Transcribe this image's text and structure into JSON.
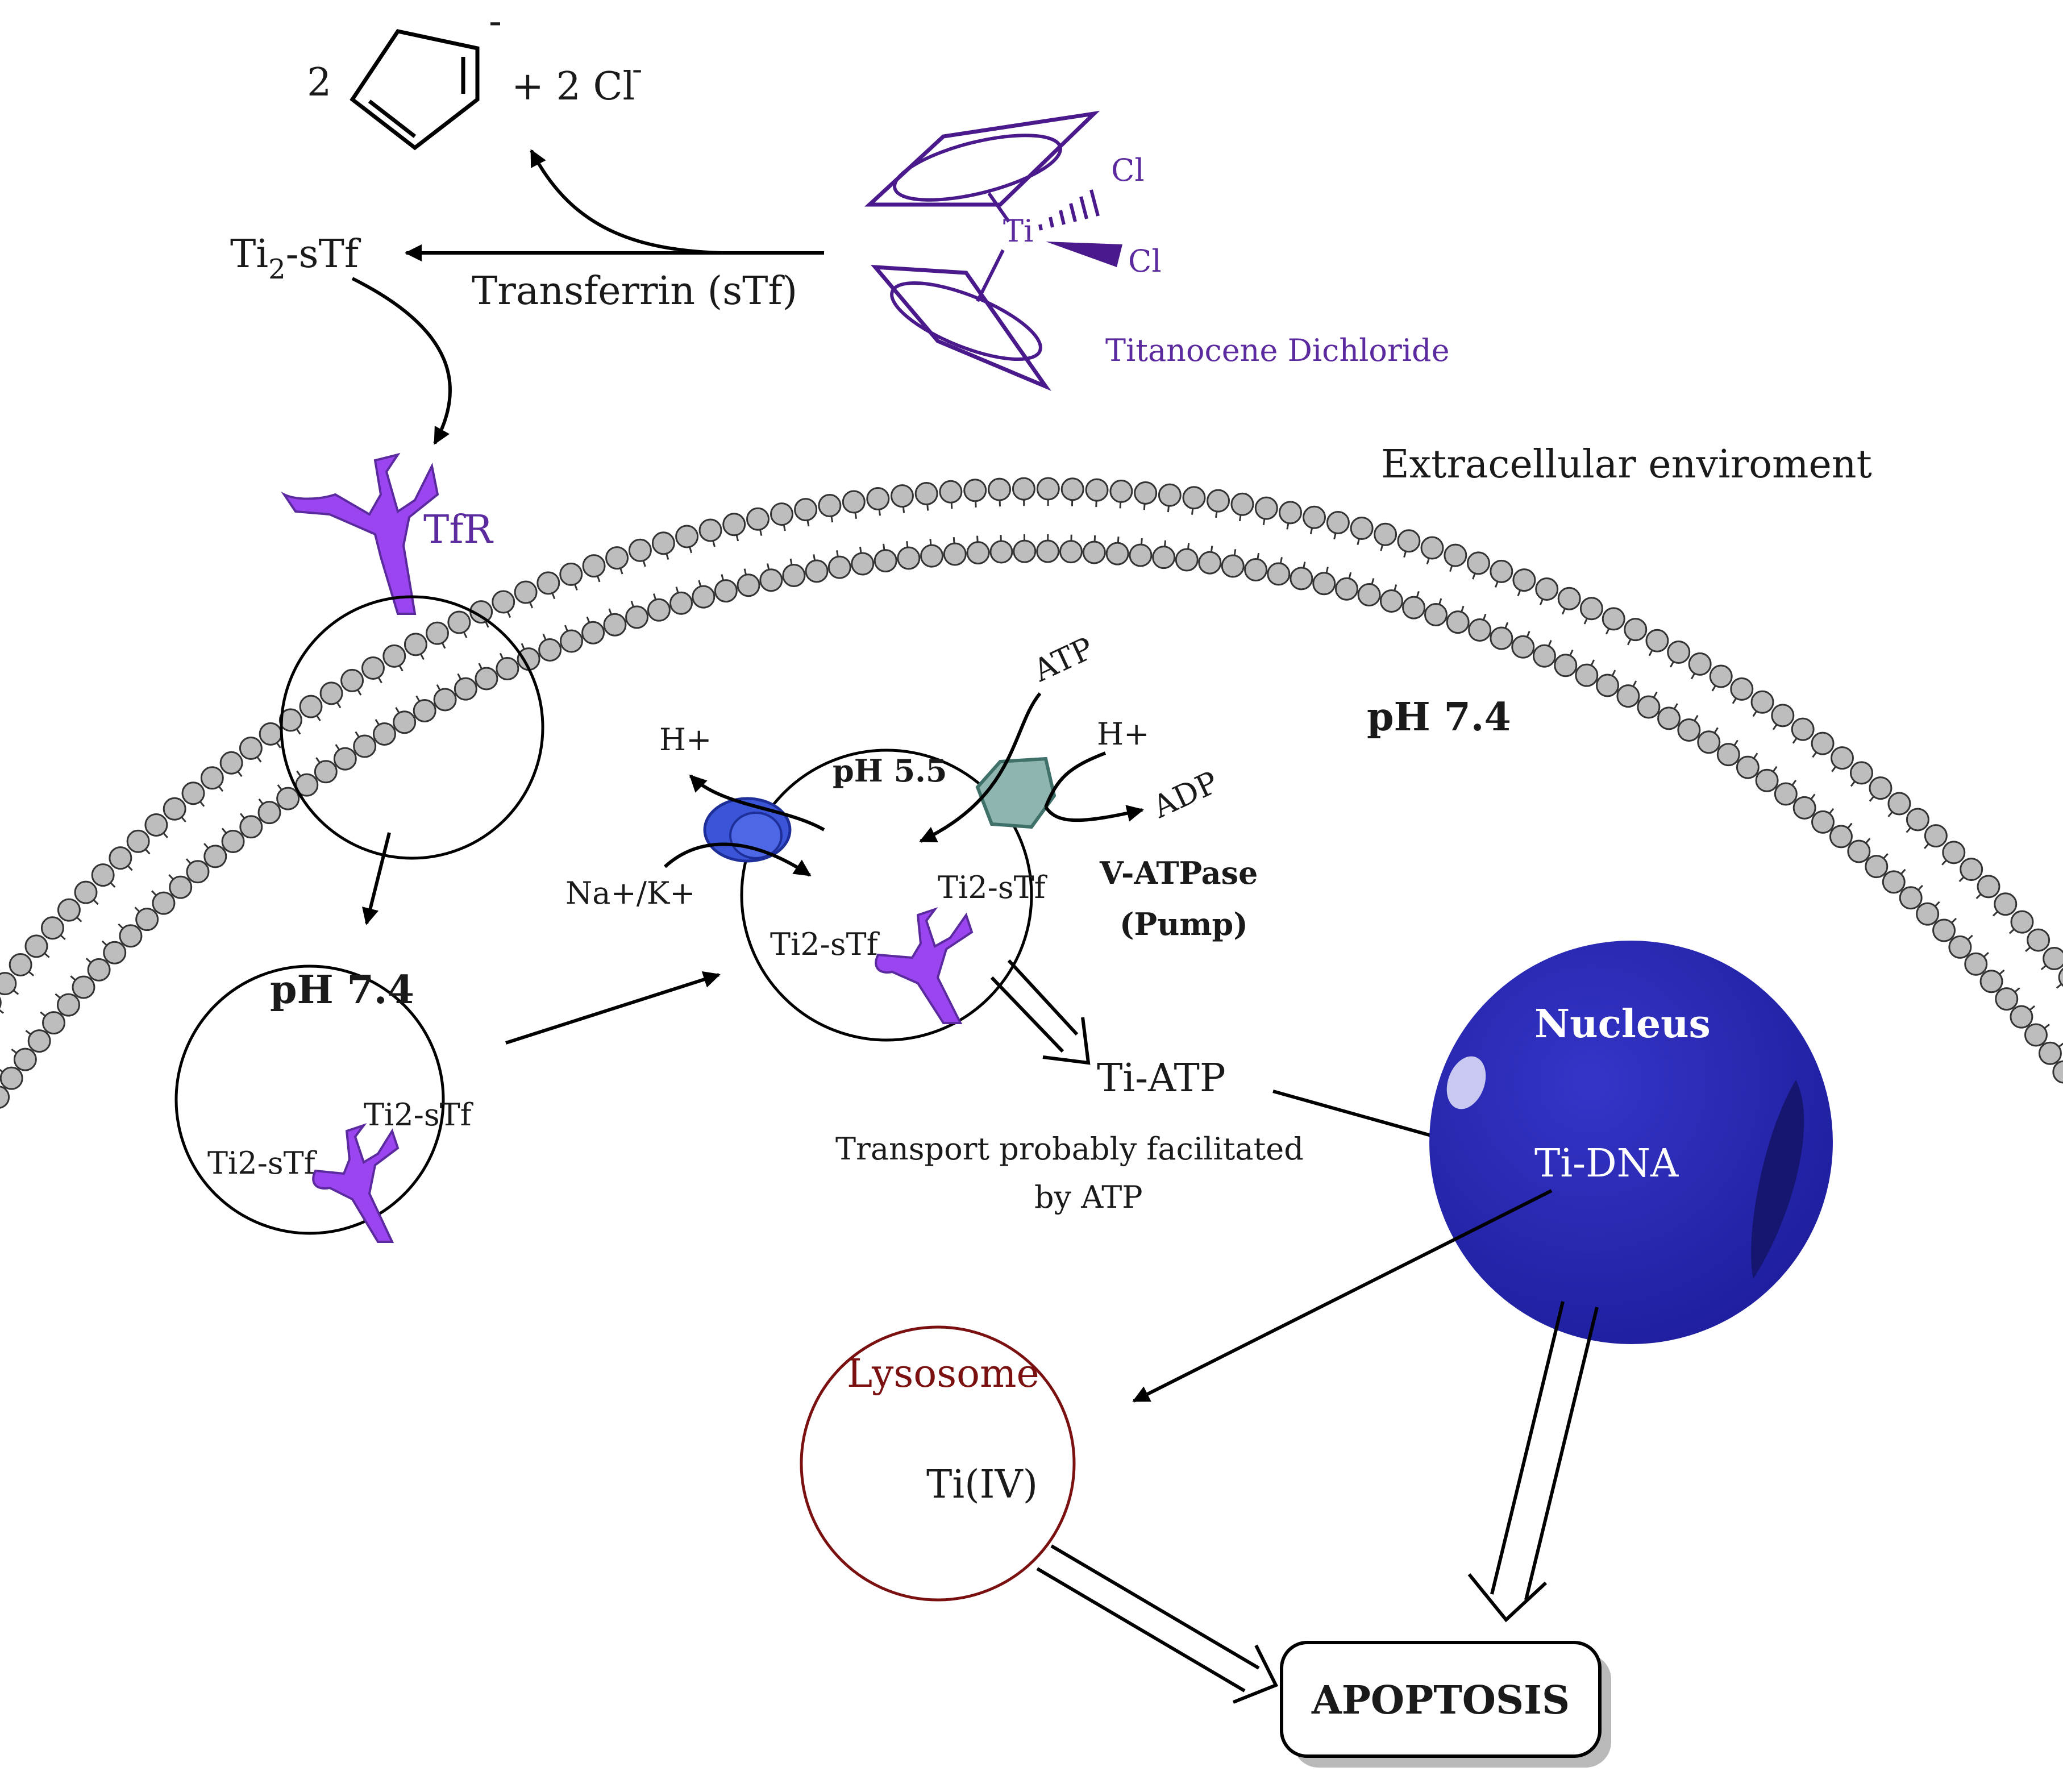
{
  "reaction": {
    "cp_coefficient": "2",
    "cp_charge": "-",
    "chloride": "+ 2 Cl",
    "chloride_charge": "-",
    "complex_name": "Titanocene Dichloride",
    "metal": "Ti",
    "ligand_1": "Cl",
    "ligand_2": "Cl",
    "carrier": "Transferrin (sTf)",
    "product": "Ti",
    "product_sub": "2",
    "product_tail": "-sTf"
  },
  "membrane": {
    "outside_label": "Extracellular enviroment",
    "receptor_label": "TfR",
    "cytosol_ph": "pH 7.4"
  },
  "early_endosome": {
    "ph": "pH 7.4",
    "complex_a": "Ti2-sTf",
    "complex_b": "Ti2-sTf"
  },
  "late_endosome": {
    "ph": "pH 5.5",
    "complex_a": "Ti2-sTf",
    "complex_b": "Ti2-sTf",
    "proton_out": "H+",
    "exchanger": "Na+/K+",
    "atp": "ATP",
    "proton_in": "H+",
    "adp": "ADP",
    "pump_name": "V-ATPase",
    "pump_sub": "(Pump)"
  },
  "transport": {
    "species": "Ti-ATP",
    "note_line1": "Transport probably facilitated",
    "note_line2": "by ATP"
  },
  "nucleus": {
    "title": "Nucleus",
    "adduct": "Ti-DNA"
  },
  "lysosome": {
    "title": "Lysosome",
    "species": "Ti(IV)"
  },
  "outcome": {
    "label": "APOPTOSIS"
  },
  "colors": {
    "receptor": "#9b45f0",
    "complex": "#4a1a8c",
    "nucleus": "#2626b0",
    "lysosome": "#7a1010",
    "pump": "#8fb5b0",
    "exchanger": "#3a55d8",
    "bilayer_head": "#bdbdbd"
  }
}
